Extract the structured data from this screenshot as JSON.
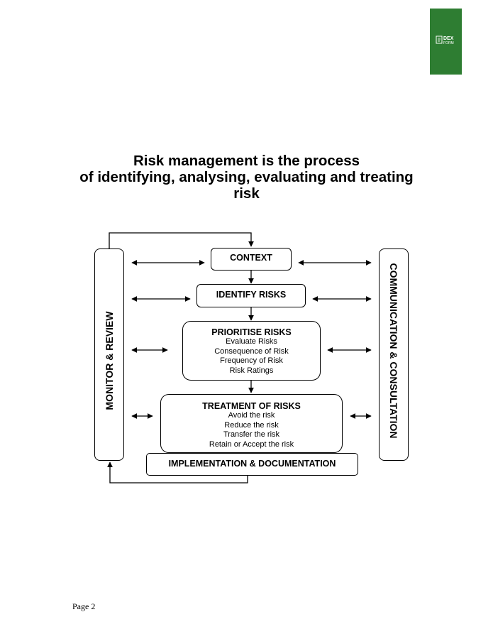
{
  "logo": {
    "word1": "DEX",
    "word2": "FORM"
  },
  "title": {
    "line1": "Risk management is the process",
    "line2": "of identifying, analysing, evaluating and treating",
    "line3": "risk"
  },
  "diagram": {
    "context": "CONTEXT",
    "identify": "IDENTIFY RISKS",
    "prioritise": {
      "heading": "PRIORITISE RISKS",
      "items": [
        "Evaluate Risks",
        "Consequence of Risk",
        "Frequency of Risk",
        "Risk Ratings"
      ]
    },
    "treatment": {
      "heading": "TREATMENT OF RISKS",
      "items": [
        "Avoid the risk",
        "Reduce the risk",
        "Transfer the risk",
        "Retain or Accept the risk"
      ]
    },
    "implementation": "IMPLEMENTATION & DOCUMENTATION",
    "monitor": "MONITOR & REVIEW",
    "communication": "COMMUNICATION & CONSULTATION"
  },
  "footer": {
    "page": "Page 2"
  },
  "colors": {
    "logo_bg": "#2e7d32",
    "stroke": "#000000"
  }
}
